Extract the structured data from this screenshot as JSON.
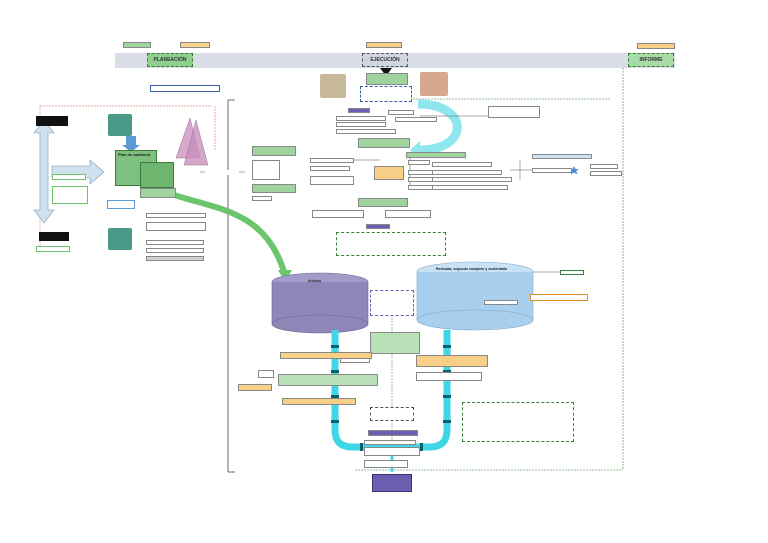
{
  "phases": {
    "planning": "PLANEACIÓN",
    "execution": "EJECUCIÓN",
    "report": "INFORME"
  },
  "tags": {
    "green1": "",
    "yellow1": "",
    "orange_top": "",
    "orange_right": ""
  },
  "colors": {
    "banner": "#d9dee6",
    "green_box": "#7ec07e",
    "cyan_pipe": "#3fd6e6",
    "cyl_purple": "#8f86b8",
    "cyl_blue": "#a9cfee",
    "orange_fill": "#f7cf86",
    "red_line": "#d9534f"
  },
  "planning": {
    "plan_label": "Plan de auditoría"
  },
  "execution": {
    "center_label": ""
  },
  "cylinders": {
    "left": {
      "title": "Archivo",
      "items": []
    },
    "right": {
      "title": "Revisada, segundo completo y sustentado",
      "items": []
    }
  },
  "middle": {
    "requirements": "",
    "seguimiento": ""
  }
}
